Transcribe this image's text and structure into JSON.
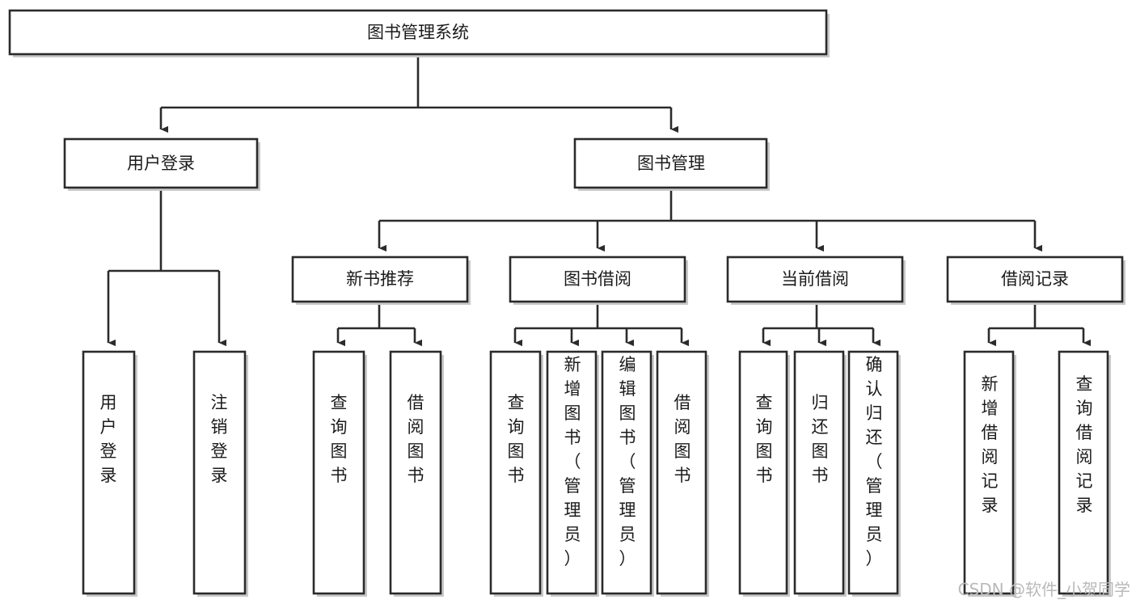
{
  "diagram": {
    "type": "tree-hierarchy",
    "title": "图书管理系统",
    "orientation": "top-down",
    "colors": {
      "stroke": "#2b2b2b",
      "fill": "#ffffff",
      "text": "#1b1b1b",
      "shadow": "#c9c9c9",
      "watermark": "#b9b9b9"
    },
    "levels": {
      "root": {
        "label": "图书管理系统"
      },
      "level2": [
        {
          "id": "user-login",
          "label": "用户登录"
        },
        {
          "id": "book-management",
          "label": "图书管理"
        }
      ],
      "level3": [
        {
          "id": "new-book-recommend",
          "label": "新书推荐"
        },
        {
          "id": "book-borrow",
          "label": "图书借阅"
        },
        {
          "id": "current-borrow",
          "label": "当前借阅"
        },
        {
          "id": "borrow-record",
          "label": "借阅记录"
        }
      ],
      "leaves": {
        "user-login": [
          {
            "id": "leaf-user-login",
            "label": "用户登录"
          },
          {
            "id": "leaf-user-logout",
            "label": "注销登录"
          }
        ],
        "new-book-recommend": [
          {
            "id": "leaf-query-book-1",
            "label": "查询图书"
          },
          {
            "id": "leaf-borrow-book-1",
            "label": "借阅图书"
          }
        ],
        "book-borrow": [
          {
            "id": "leaf-query-book-2",
            "label": "查询图书"
          },
          {
            "id": "leaf-add-book",
            "label": "新增图书（管理员）"
          },
          {
            "id": "leaf-edit-book",
            "label": "编辑图书（管理员）"
          },
          {
            "id": "leaf-borrow-book-2",
            "label": "借阅图书"
          }
        ],
        "current-borrow": [
          {
            "id": "leaf-query-book-3",
            "label": "查询图书"
          },
          {
            "id": "leaf-return-book",
            "label": "归还图书"
          },
          {
            "id": "leaf-confirm-return",
            "label": "确认归还（管理员）"
          }
        ],
        "borrow-record": [
          {
            "id": "leaf-add-record",
            "label": "新增借阅记录"
          },
          {
            "id": "leaf-query-record",
            "label": "查询借阅记录"
          }
        ]
      }
    }
  },
  "watermark": {
    "text": "CSDN @软件_小贺同学"
  }
}
